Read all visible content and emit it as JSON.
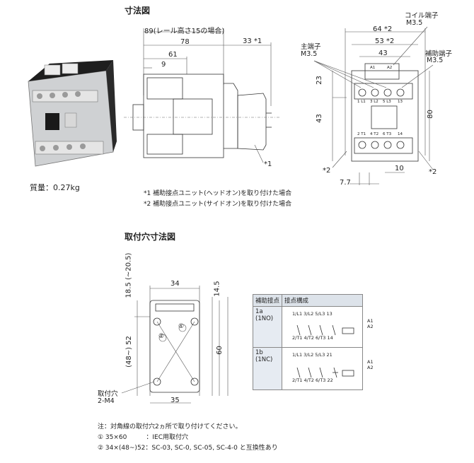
{
  "sections": {
    "dimensions_title": "寸法図",
    "mounting_title": "取付穴寸法図"
  },
  "weight": "質量：0.27kg",
  "side_view": {
    "dims": [
      "89(レール高さ15の場合)",
      "78",
      "61",
      "9",
      "33 *1"
    ],
    "callout": "*1"
  },
  "front_view": {
    "coil_terminal": "コイル端子",
    "coil_screw": "M3.5",
    "main_terminal": "主端子",
    "main_screw": "M3.5",
    "aux_terminal": "補助端子",
    "aux_screw": "M3.5",
    "dims": [
      "64 *2",
      "53 *2",
      "43",
      "23",
      "43",
      "80",
      "7.7",
      "10"
    ],
    "star_left": "*2",
    "star_right": "*2",
    "top_labels": [
      "A1",
      "A2"
    ],
    "upper_terms": [
      "1 L1",
      "3 L2",
      "5 L3",
      "13"
    ],
    "lower_terms": [
      "2 T1",
      "4 T2",
      "6 T3",
      "14"
    ]
  },
  "notes_top": [
    "*1 補助接点ユニット(ヘッドオン)を取り付けた場合",
    "*2 補助接点ユニット(サイドオン)を取り付けた場合"
  ],
  "mounting": {
    "dims": [
      "18.5 (~20.5)",
      "34",
      "14.5",
      "(48~) 52",
      "60",
      "35"
    ],
    "circle_labels": [
      "①",
      "②"
    ],
    "hole_label": "取付穴",
    "hole_spec": "2-M4"
  },
  "aux_table": {
    "headers": [
      "補助接点",
      "接点構成"
    ],
    "rows": [
      {
        "type": "1a",
        "sub": "(1NO)",
        "top": "1/L1 3/L2 5/L3   13",
        "bottom": "2/T1 4/T2 6/T3   14",
        "coil": "A1  A2"
      },
      {
        "type": "1b",
        "sub": "(1NC)",
        "top": "1/L1 3/L2 5/L3   21",
        "bottom": "2/T1 4/T2 6/T3   22",
        "coil": "A1  A2"
      }
    ]
  },
  "footnotes": [
    "注：対角線の取付穴2ヵ所で取り付けてください。",
    "① 35×60　　　：IEC用取付穴",
    "② 34×(48~)52：SC-03, SC-0, SC-05, SC-4-0 と互換性あり"
  ]
}
